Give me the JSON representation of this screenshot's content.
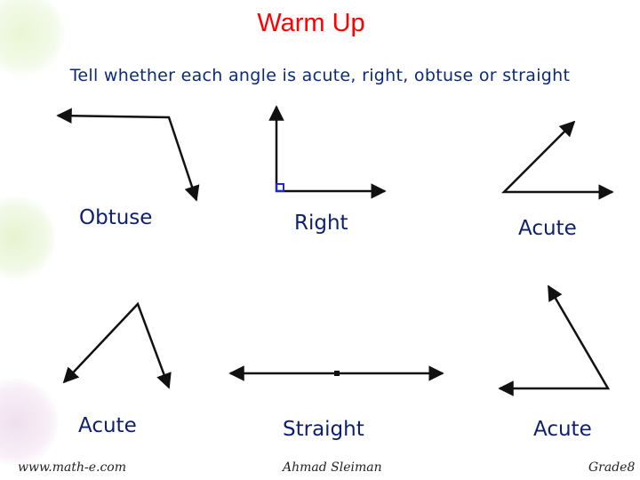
{
  "header": {
    "title": "Warm Up",
    "instruction": "Tell whether each angle is acute, right, obtuse or straight"
  },
  "answers": [
    "Obtuse",
    "Right",
    "Acute",
    "Acute",
    "Straight",
    "Acute"
  ],
  "footer": {
    "website": "www.math-e.com",
    "author": "Ahmad Sleiman",
    "grade": "Grade8"
  },
  "colors": {
    "title": "#ff0000",
    "text": "#0d1f6e",
    "lines": "#111111",
    "right_angle_marker": "#1a2bd6"
  }
}
